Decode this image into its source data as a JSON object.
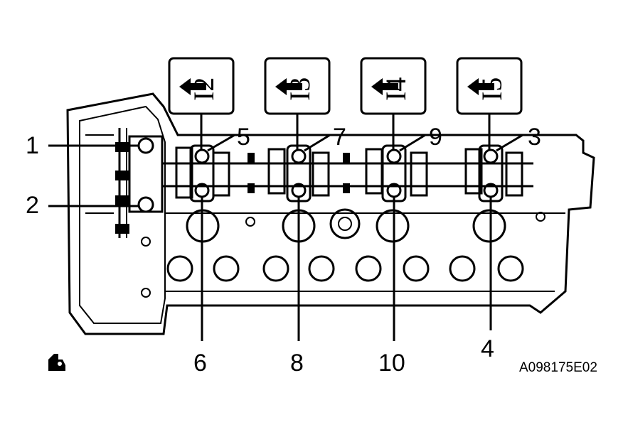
{
  "callouts": [
    "1",
    "2",
    "3",
    "4",
    "5",
    "6",
    "7",
    "8",
    "9",
    "10"
  ],
  "tags": [
    "I2",
    "I3",
    "I4",
    "I5"
  ],
  "figure_code": "A098175E02",
  "icons": {
    "corner_symbol": "oil-can-icon"
  }
}
